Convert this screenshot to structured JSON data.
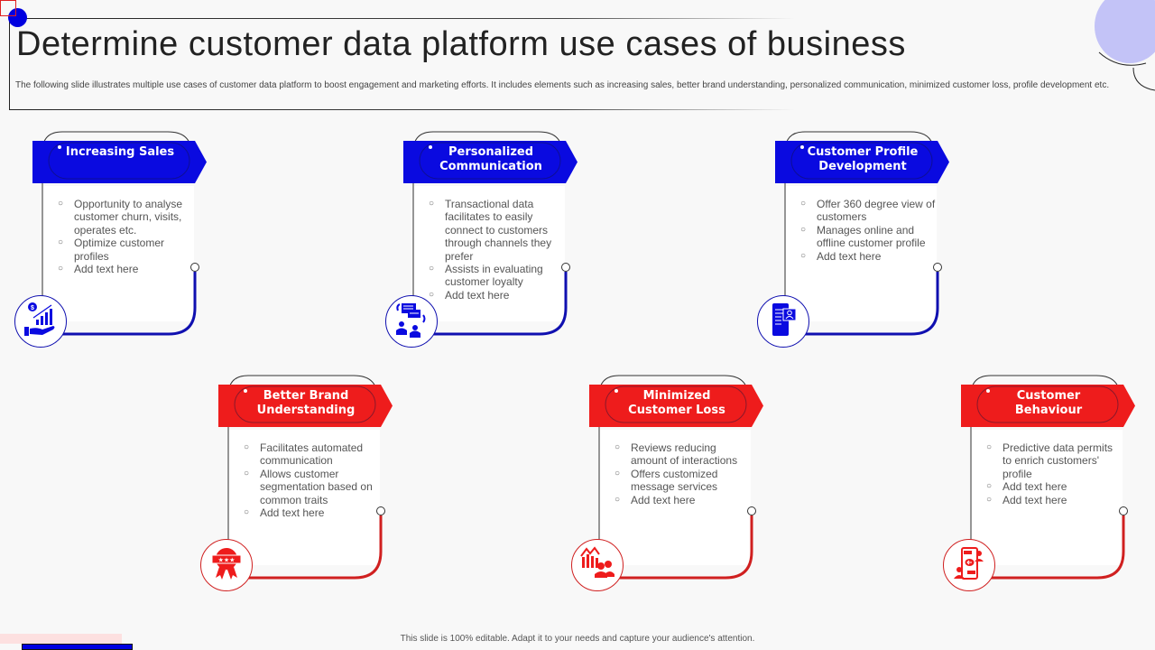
{
  "slide": {
    "title": "Determine customer data platform use cases of business",
    "subtitle": "The following slide illustrates multiple  use cases of customer data platform to boost engagement and marketing  efforts. It includes elements  such as increasing sales, better brand understanding, personalized communication,  minimized  customer loss, profile development etc.",
    "footer": "This slide is 100% editable.  Adapt it to your needs and capture your audience's attention."
  },
  "colors": {
    "blue": "#0a0ae0",
    "blue_line": "#1010b0",
    "red": "#ee1c1c",
    "red_line": "#d02020",
    "deco_circle": "#c3c3f7"
  },
  "cards": [
    {
      "title": "Increasing Sales",
      "theme": "blue",
      "icon": "hand-money-growth-icon",
      "bullets": [
        "Opportunity to analyse customer churn, visits, operates etc.",
        "Optimize customer profiles",
        "Add text here"
      ]
    },
    {
      "title": "Personalized Communication",
      "theme": "blue",
      "icon": "chat-people-icon",
      "bullets": [
        "Transactional data facilitates to easily connect to customers through channels they prefer",
        " Assists in evaluating customer loyalty",
        "Add text here"
      ]
    },
    {
      "title": "Customer Profile Development",
      "theme": "blue",
      "icon": "mobile-profile-icon",
      "bullets": [
        "Offer 360 degree view of customers",
        "Manages online and offline customer profile",
        "Add text here"
      ]
    },
    {
      "title": "Better Brand Understanding",
      "theme": "red",
      "icon": "badge-stars-icon",
      "bullets": [
        "Facilitates automated communication",
        "Allows customer segmentation based on common traits",
        "Add text here"
      ]
    },
    {
      "title": "Minimized Customer Loss",
      "theme": "red",
      "icon": "chart-loss-people-icon",
      "bullets": [
        "Reviews reducing amount of interactions",
        "Offers customized message services",
        "Add text here"
      ]
    },
    {
      "title": "Customer Behaviour",
      "theme": "red",
      "icon": "mobile-chat-people-icon",
      "bullets": [
        "Predictive data permits to enrich customers' profile",
        "Add text here",
        "Add text here"
      ]
    }
  ]
}
